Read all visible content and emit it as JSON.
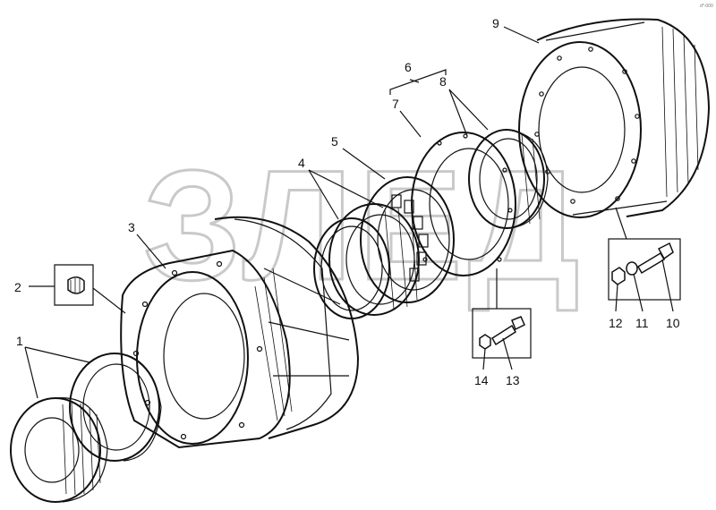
{
  "watermark": "ЗЛЕД",
  "corner_mark": "d*-000",
  "callouts": [
    "1",
    "2",
    "3",
    "4",
    "5",
    "6",
    "7",
    "8",
    "9",
    "10",
    "11",
    "12",
    "13",
    "14"
  ],
  "colors": {
    "ink": "#111111",
    "watermark": "#c9c9c9",
    "background": "#ffffff"
  }
}
